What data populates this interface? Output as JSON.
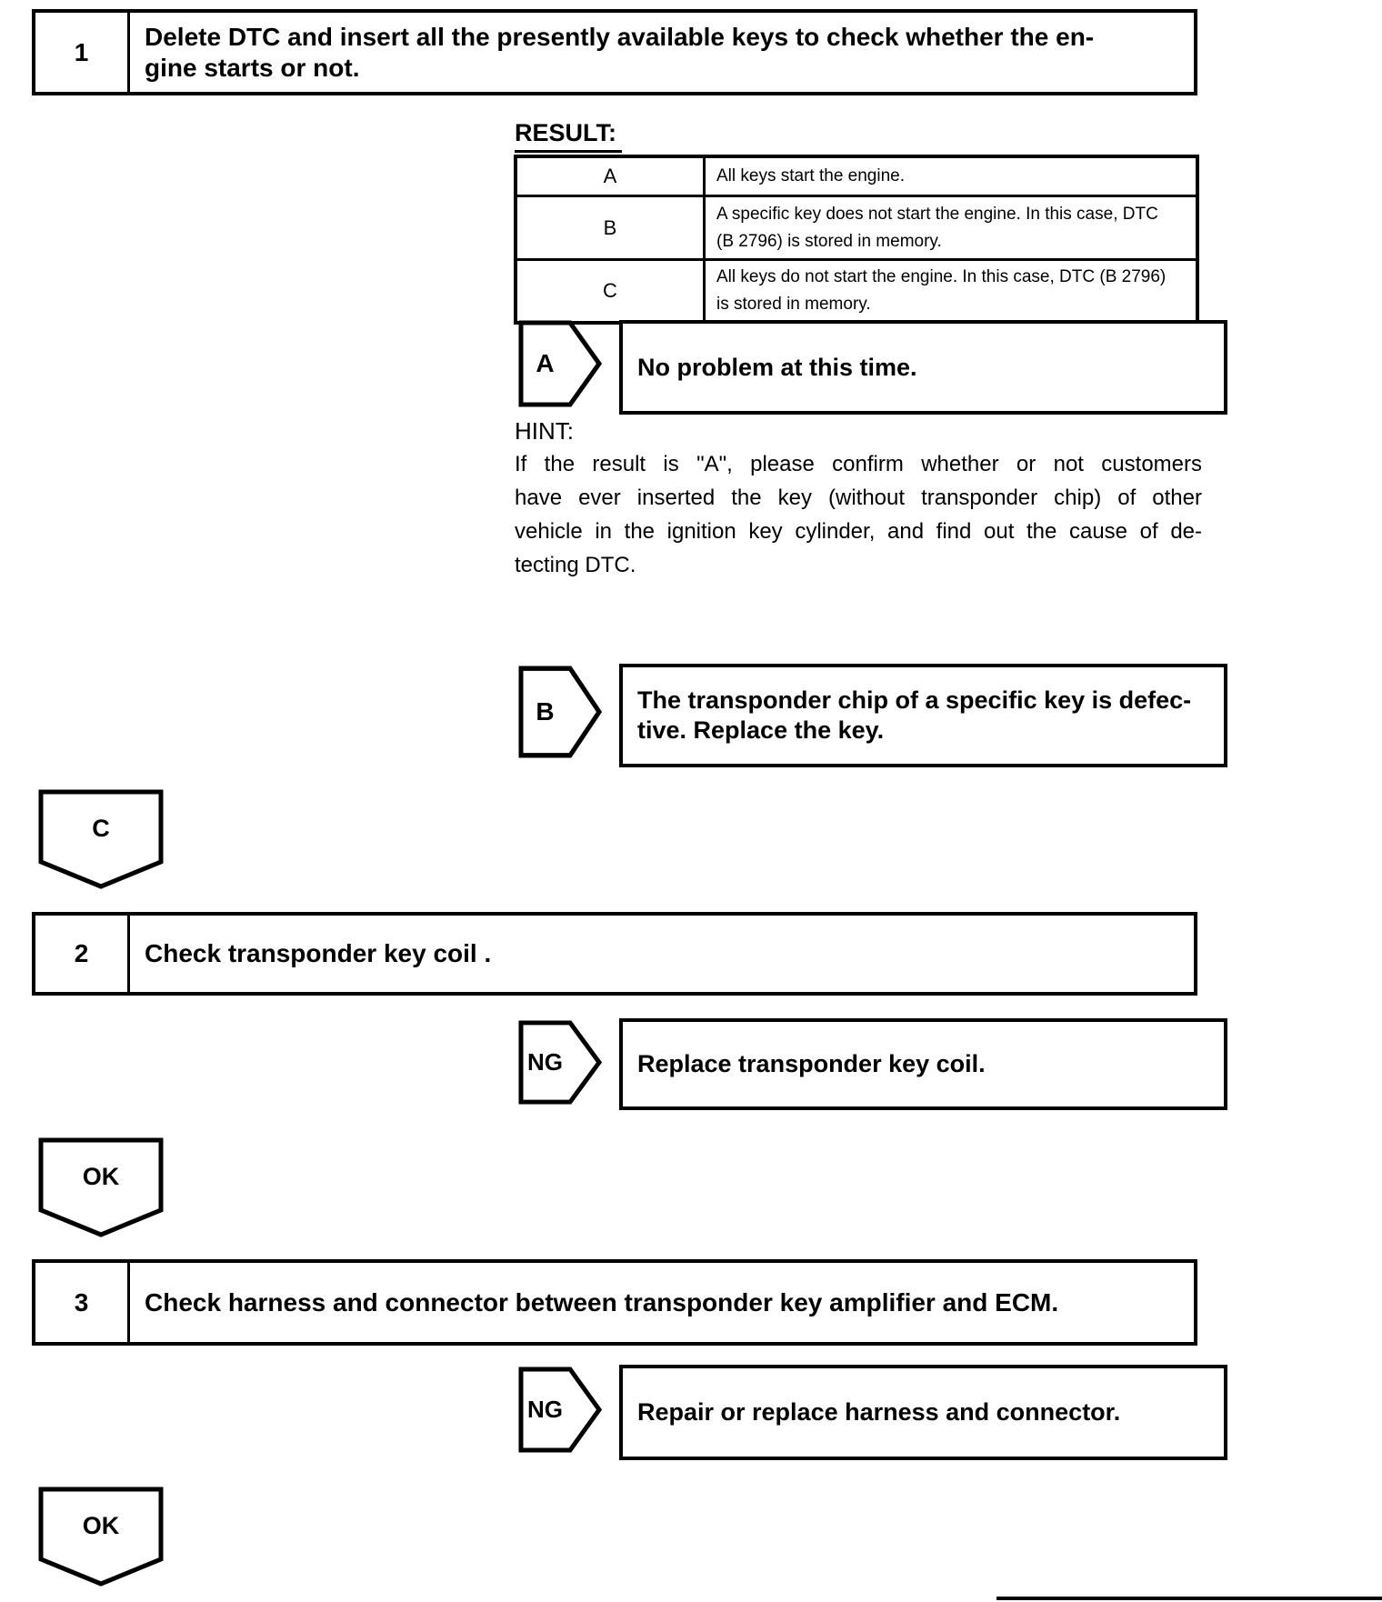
{
  "steps": [
    {
      "number": "1",
      "text": "Delete DTC and insert all the presently available keys to check whether the en-\ngine starts or not."
    },
    {
      "number": "2",
      "text": "Check transponder key coil ."
    },
    {
      "number": "3",
      "text": "Check harness and connector between transponder key amplifier and ECM."
    }
  ],
  "result": {
    "label": "RESULT:",
    "rows": [
      {
        "code": "A",
        "description": "All keys start the engine."
      },
      {
        "code": "B",
        "description": "A specific key does not start the engine. In this case, DTC\n(B 2796) is stored in memory."
      },
      {
        "code": "C",
        "description": "All keys do not start the engine. In this case, DTC (B 2796)\nis stored in memory."
      }
    ]
  },
  "branches": [
    {
      "badge": "A",
      "action": "No problem at this time."
    },
    {
      "badge": "B",
      "action": "The transponder chip of a specific key is defec-\ntive. Replace the key."
    },
    {
      "badge": "NG",
      "action": "Replace transponder key coil."
    },
    {
      "badge": "NG",
      "action": "Repair or replace harness and connector."
    }
  ],
  "hint": {
    "label": "HINT:",
    "lines": [
      "If the result is \"A\", please confirm whether or not customers",
      "have ever inserted the key (without transponder chip) of other",
      "vehicle in the ignition key cylinder, and find out the cause of de-",
      "tecting DTC."
    ]
  },
  "connectors": [
    {
      "label": "C"
    },
    {
      "label": "OK"
    },
    {
      "label": "OK"
    }
  ]
}
